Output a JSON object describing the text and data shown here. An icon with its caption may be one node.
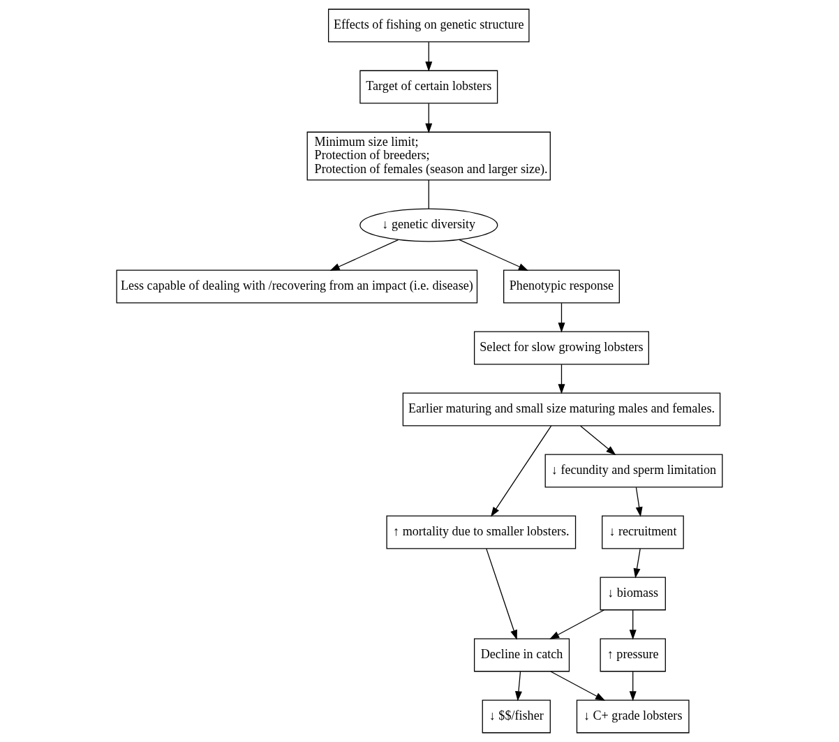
{
  "diagram": {
    "nodes": [
      {
        "text": [
          "Effects of fishing on genetic structure"
        ]
      },
      {
        "text": [
          "Target of certain lobsters"
        ]
      },
      {
        "text": [
          "Minimum size limit;",
          "Protection of breeders;",
          "Protection of females (season and larger size)."
        ]
      },
      {
        "text": [
          "Less capable of dealing with /recovering from an impact (i.e. disease)"
        ]
      },
      {
        "text": [
          "↓ C+ grade lobsters"
        ]
      },
      {
        "text": [
          "↓ genetic diversity"
        ]
      },
      {
        "text": [
          "↓ $$/fisher"
        ]
      },
      {
        "text": [
          "Phenotypic response"
        ]
      },
      {
        "text": [
          "↑ pressure"
        ]
      },
      {
        "text": [
          "Decline in catch"
        ]
      },
      {
        "text": [
          "Select for slow growing lobsters"
        ]
      },
      {
        "text": [
          "↓ biomass"
        ]
      },
      {
        "text": [
          "↑ mortality due to smaller lobsters."
        ]
      },
      {
        "text": [
          "Earlier maturing and small size maturing males and females."
        ]
      },
      {
        "text": [
          "↓ fecundity and sperm limitation"
        ]
      },
      {
        "text": [
          "↓ recruitment"
        ]
      }
    ],
    "edges": [
      {
        "from": 0,
        "to": 1,
        "arrow": "to"
      },
      {
        "from": 1,
        "to": 2,
        "arrow": "to"
      },
      {
        "from": 2,
        "to": 5,
        "arrow": "none"
      },
      {
        "from": 5,
        "to": 3,
        "arrow": "to"
      },
      {
        "from": 5,
        "to": 7,
        "arrow": "to"
      },
      {
        "from": 7,
        "to": 10,
        "arrow": "to"
      },
      {
        "from": 10,
        "to": 13,
        "arrow": "to"
      },
      {
        "from": 13,
        "to": 12,
        "arrow": "to"
      },
      {
        "from": 13,
        "to": 14,
        "arrow": "to"
      },
      {
        "from": 14,
        "to": 15,
        "arrow": "to"
      },
      {
        "from": 15,
        "to": 11,
        "arrow": "to"
      },
      {
        "from": 11,
        "to": 8,
        "arrow": "to"
      },
      {
        "from": 8,
        "to": 4,
        "arrow": "to"
      },
      {
        "from": 11,
        "to": 9,
        "arrow": "to"
      },
      {
        "from": 12,
        "to": 9,
        "arrow": "to"
      },
      {
        "from": 9,
        "to": 6,
        "arrow": "to"
      },
      {
        "from": 9,
        "to": 4,
        "arrow": "to"
      }
    ]
  }
}
